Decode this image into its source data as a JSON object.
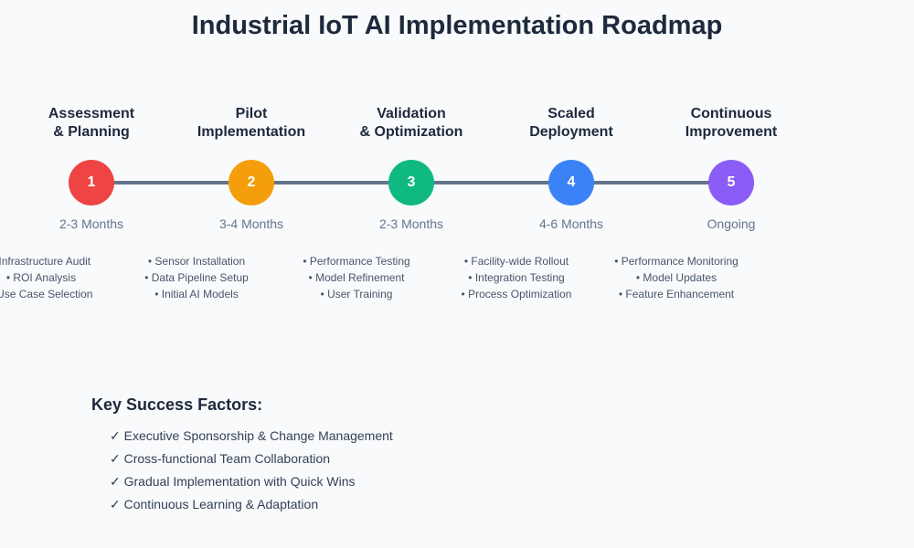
{
  "title": "Industrial IoT AI Implementation Roadmap",
  "phases": [
    {
      "number": "1",
      "title1": "Assessment",
      "title2": "& Planning",
      "duration": "2-3 Months",
      "color": "#ef4444",
      "items": [
        "• Infrastructure Audit",
        "• ROI Analysis",
        "• Use Case Selection"
      ]
    },
    {
      "number": "2",
      "title1": "Pilot",
      "title2": "Implementation",
      "duration": "3-4 Months",
      "color": "#f59e0b",
      "items": [
        "• Sensor Installation",
        "• Data Pipeline Setup",
        "• Initial AI Models"
      ]
    },
    {
      "number": "3",
      "title1": "Validation",
      "title2": "& Optimization",
      "duration": "2-3 Months",
      "color": "#10b981",
      "items": [
        "• Performance Testing",
        "• Model Refinement",
        "• User Training"
      ]
    },
    {
      "number": "4",
      "title1": "Scaled",
      "title2": "Deployment",
      "duration": "4-6 Months",
      "color": "#3b82f6",
      "items": [
        "• Facility-wide Rollout",
        "• Integration Testing",
        "• Process Optimization"
      ]
    },
    {
      "number": "5",
      "title1": "Continuous",
      "title2": "Improvement",
      "duration": "Ongoing",
      "color": "#8b5cf6",
      "items": [
        "• Performance Monitoring",
        "• Model Updates",
        "• Feature Enhancement"
      ]
    }
  ],
  "success": {
    "title": "Key Success Factors:",
    "items": [
      "✓ Executive Sponsorship & Change Management",
      "✓ Cross-functional Team Collaboration",
      "✓ Gradual Implementation with Quick Wins",
      "✓ Continuous Learning & Adaptation"
    ]
  }
}
